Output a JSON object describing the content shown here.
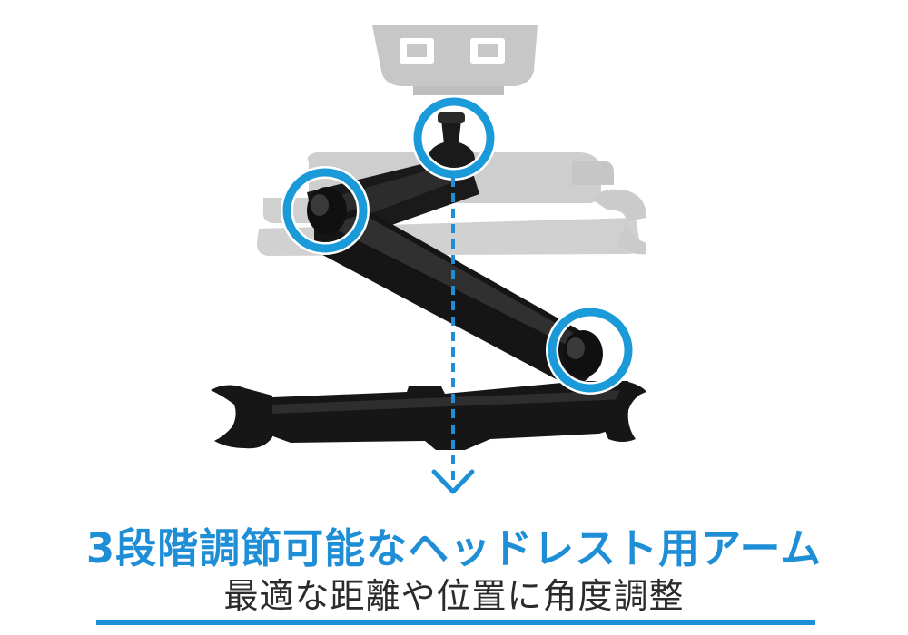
{
  "headline": "3段階調節可能なヘッドレスト用アーム",
  "subline": "最適な距離や位置に角度調整",
  "colors": {
    "accent": "#1e8fd6",
    "ring": "#1a9ad9",
    "arm": "#1a1a1a",
    "ghost": "#a6a6a6",
    "text_sub": "#2b2b2b"
  },
  "icons": [
    "pivot-ring",
    "down-arrow"
  ]
}
